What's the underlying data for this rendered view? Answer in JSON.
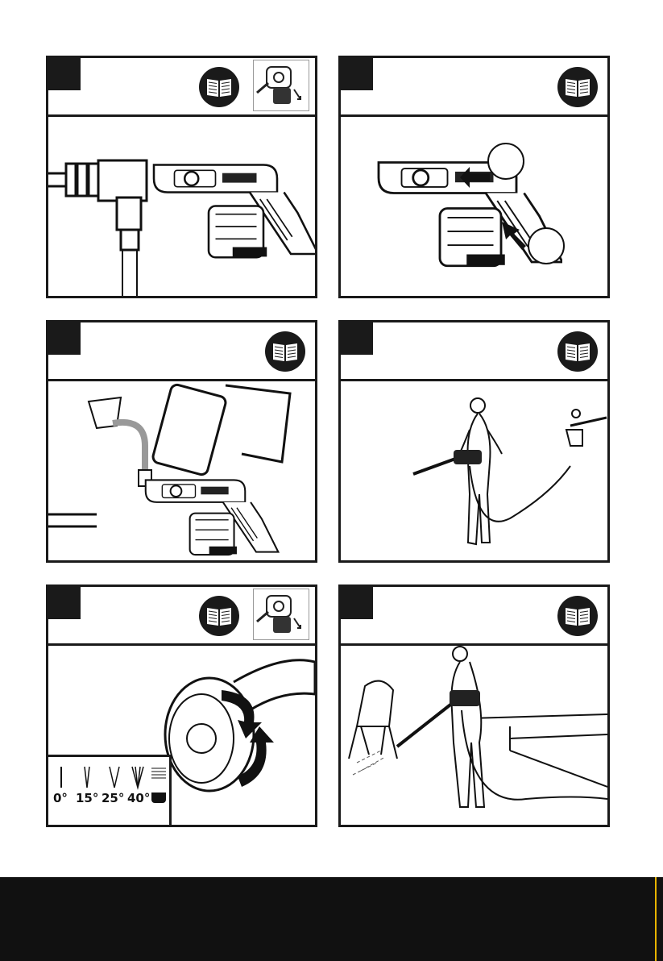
{
  "panels": [
    {
      "id": "panel-1",
      "has_thumb": true
    },
    {
      "id": "panel-2",
      "has_thumb": false
    },
    {
      "id": "panel-3",
      "has_thumb": false
    },
    {
      "id": "panel-4",
      "has_thumb": false
    },
    {
      "id": "panel-5",
      "has_thumb": true
    },
    {
      "id": "panel-6",
      "has_thumb": false
    }
  ],
  "spray_legend": {
    "labels": [
      "0°",
      "15°",
      "25°",
      "40°"
    ]
  },
  "icons": {
    "manual": "open-book-icon",
    "thumbnail": "tool-thumbnail-icon"
  },
  "colors": {
    "ink": "#1a1a1a",
    "paper": "#ffffff",
    "footer": "#111111",
    "accent": "#e8b400"
  }
}
